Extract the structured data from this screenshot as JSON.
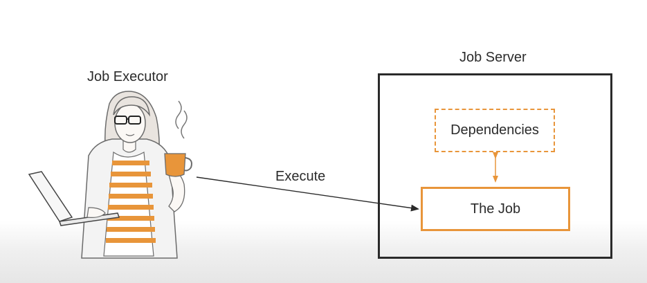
{
  "executor": {
    "title": "Job Executor"
  },
  "server": {
    "title": "Job Server"
  },
  "dependencies": {
    "label": "Dependencies"
  },
  "job": {
    "label": "The Job"
  },
  "arrow": {
    "label": "Execute"
  },
  "colors": {
    "accent": "#e8953a",
    "ink": "#2a2a2a"
  }
}
